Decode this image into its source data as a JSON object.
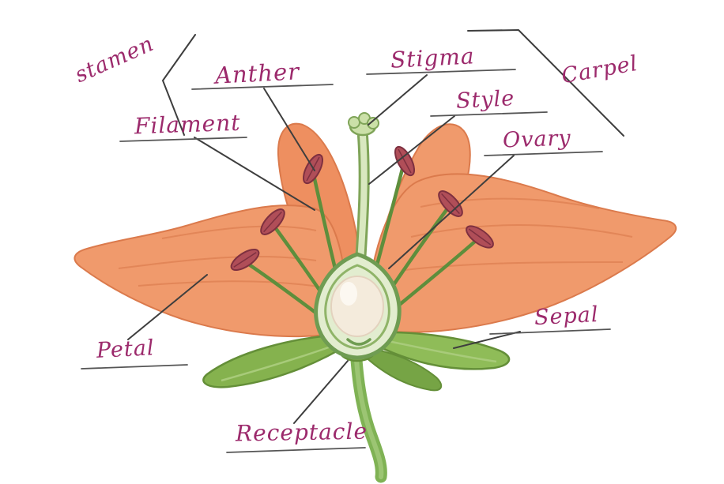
{
  "labels": {
    "stamen": "stamen",
    "anther": "Anther",
    "filament": "Filament",
    "stigma": "Stigma",
    "style": "Style",
    "ovary": "Ovary",
    "carpel": "Carpel",
    "petal": "Petal",
    "sepal": "Sepal",
    "receptacle": "Receptacle"
  },
  "colors": {
    "label_ink": "#9C2A6C",
    "line_ink": "#3E3E3E",
    "petal_orange": "#F09A6C",
    "petal_outline": "#DB7A4C",
    "sepal_green": "#8FBC58",
    "sepal_outline": "#648F38",
    "stem_green": "#7FB254",
    "carpel_light": "#E2EDCF",
    "carpel_outline": "#6F9C52",
    "style_light": "#D9E8C0",
    "anther_red": "#B04E58",
    "anther_outline": "#7E3040",
    "ovule_cream": "#F4EBDC"
  }
}
